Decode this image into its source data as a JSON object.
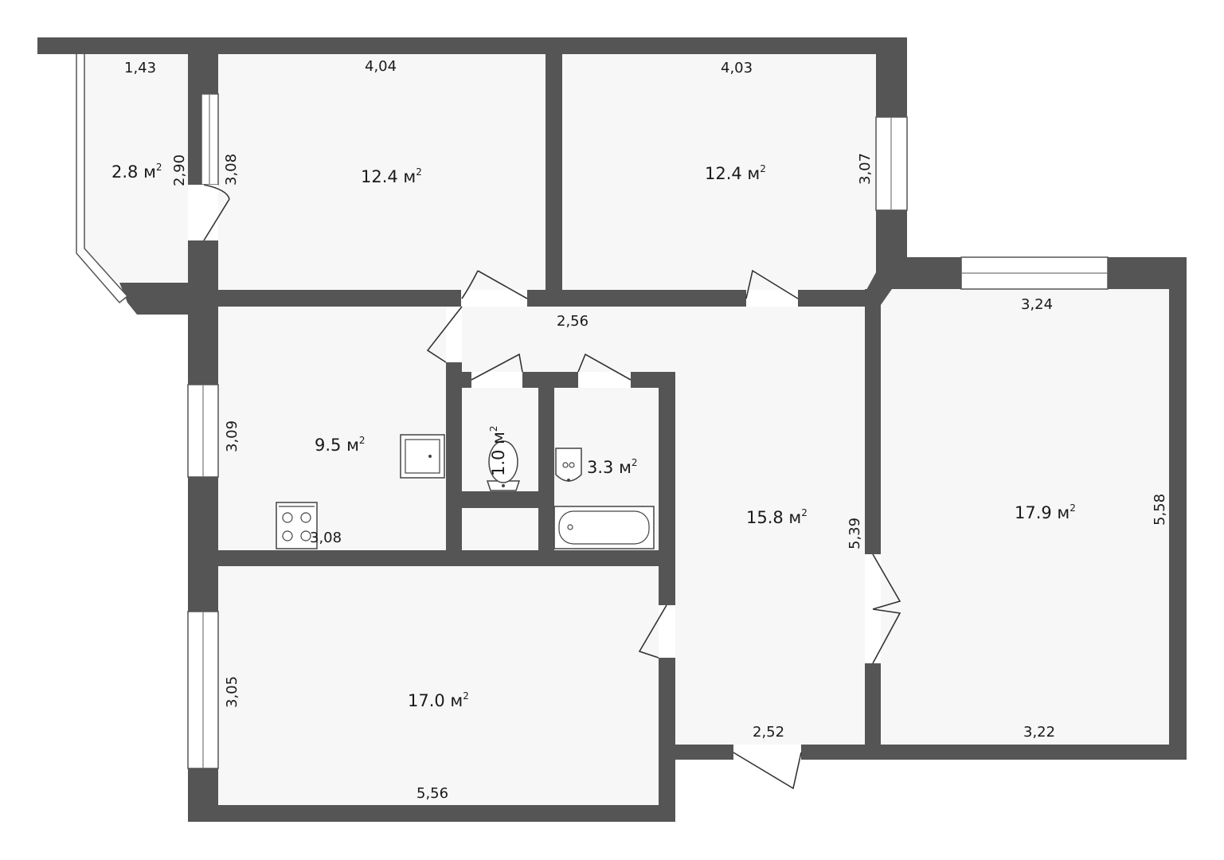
{
  "plan": {
    "rooms": [
      {
        "id": "balcony",
        "area": "2.8 м",
        "unit_sup": "2"
      },
      {
        "id": "bedroom-left",
        "area": "12.4 м",
        "unit_sup": "2"
      },
      {
        "id": "bedroom-right",
        "area": "12.4 м",
        "unit_sup": "2"
      },
      {
        "id": "kitchen",
        "area": "9.5 м",
        "unit_sup": "2"
      },
      {
        "id": "toilet",
        "area": "1.0 м",
        "unit_sup": "2"
      },
      {
        "id": "bathroom",
        "area": "3.3 м",
        "unit_sup": "2"
      },
      {
        "id": "hallway",
        "area": "15.8 м",
        "unit_sup": "2"
      },
      {
        "id": "living-room",
        "area": "17.9 м",
        "unit_sup": "2"
      },
      {
        "id": "bedroom-bottom",
        "area": "17.0 м",
        "unit_sup": "2"
      }
    ],
    "dimensions": {
      "balcony_width": "1,43",
      "balcony_height": "2,90",
      "bedroom_left_width": "4,04",
      "bedroom_left_height": "3,08",
      "bedroom_right_width": "4,03",
      "bedroom_right_height": "3,07",
      "corridor_width": "2,56",
      "living_top": "3,24",
      "living_bottom": "3,22",
      "living_height": "5,58",
      "kitchen_height": "3,09",
      "kitchen_width": "3,08",
      "hall_height": "5,39",
      "hall_bottom": "2,52",
      "bottom_room_height": "3,05",
      "bottom_room_width": "5,56"
    }
  }
}
